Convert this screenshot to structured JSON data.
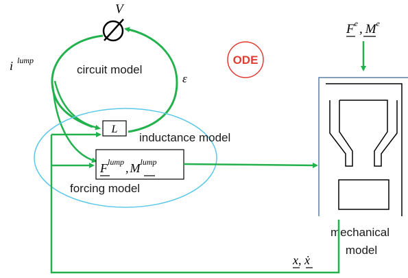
{
  "labels": {
    "voltage": "V",
    "current_base": "i",
    "current_sup": "lump",
    "emf": "ε",
    "circuit": "circuit model",
    "ode": "ODE",
    "inductance_symbol": "L",
    "inductance": "inductance model",
    "forcing_F": "F",
    "forcing_F_sup": "lump",
    "forcing_sep": ",",
    "forcing_M": "M",
    "forcing_M_sup": "lump",
    "forcing": "forcing model",
    "external_F": "F",
    "external_F_sup": "e",
    "external_sep": ",",
    "external_M": "M",
    "external_M_sup": "e",
    "mechanical_line1": "mechanical",
    "mechanical_line2": "model",
    "state": "x, ẋ"
  },
  "colors": {
    "flow": "#22b14c",
    "ode_circle": "#e03c31",
    "ellipse": "#5bc8e8"
  }
}
